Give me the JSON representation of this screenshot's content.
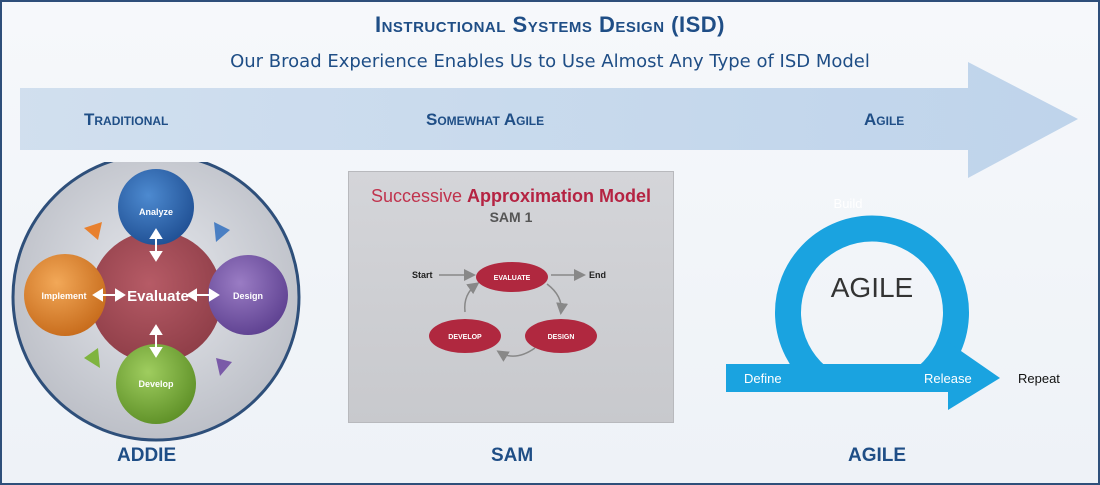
{
  "header": {
    "title": "Instructional Systems Design (ISD)",
    "subtitle": "Our Broad Experience Enables Us to Use Almost Any Type of ISD Model"
  },
  "stages": {
    "traditional": "Traditional",
    "somewhat_agile": "Somewhat Agile",
    "agile": "Agile"
  },
  "addie": {
    "center": "Evaluate",
    "analyze": "Analyze",
    "design": "Design",
    "develop": "Develop",
    "implement": "Implement",
    "caption": "ADDIE"
  },
  "sam": {
    "title_part1": "Successive ",
    "title_part2": "Approximation Model",
    "subtitle": "SAM 1",
    "start": "Start",
    "end": "End",
    "evaluate": "EVALUATE",
    "design": "DESIGN",
    "develop": "DEVELOP",
    "caption": "SAM"
  },
  "agile": {
    "center": "AGILE",
    "build": "Build",
    "define": "Define",
    "release": "Release",
    "repeat": "Repeat",
    "caption": "AGILE"
  },
  "colors": {
    "navy": "#1f4e86",
    "banner": "#c9d9ec",
    "addie_center": "#a64b56",
    "analyze": "#2f6db5",
    "design": "#7a5aa8",
    "develop": "#7fb43f",
    "implement": "#e38a33",
    "sam_node": "#b0283f",
    "agile_blue": "#1aa3e0"
  }
}
